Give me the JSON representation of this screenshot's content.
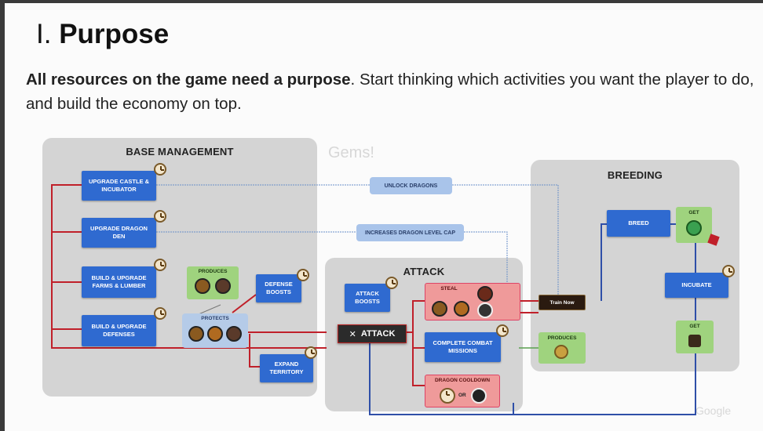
{
  "slide": {
    "title_number": "I.",
    "title_text": "Purpose",
    "subtitle_bold": "All resources on the game need a purpose",
    "subtitle_rest": ". Start thinking which activities you want the player to do, and build the economy on top."
  },
  "panels": {
    "base_management": "BASE MANAGEMENT",
    "attack": "ATTACK",
    "breeding": "BREEDING"
  },
  "base_boxes": {
    "upgrade_castle": "UPGRADE CASTLE & INCUBATOR",
    "upgrade_den": "UPGRADE DRAGON DEN",
    "farms": "BUILD & UPGRADE FARMS & LUMBER",
    "defenses": "BUILD & UPGRADE DEFENSES",
    "defense_boosts": "DEFENSE BOOSTS",
    "expand": "EXPAND TERRITORY",
    "produces": "PRODUCES",
    "protects": "PROTECTS"
  },
  "connectors": {
    "unlock_dragons": "UNLOCK DRAGONS",
    "dragon_level_cap": "INCREASES DRAGON LEVEL CAP"
  },
  "attack_boxes": {
    "attack_boosts": "ATTACK BOOSTS",
    "attack": "ATTACK",
    "steal": "STEAL",
    "combat_missions": "COMPLETE COMBAT MISSIONS",
    "cooldown": "DRAGON COOLDOWN",
    "or": "OR",
    "produces": "PRODUCES",
    "train_now": "Train Now"
  },
  "breeding_boxes": {
    "breed": "BREED",
    "get1": "GET",
    "incubate": "INCUBATE",
    "get2": "GET"
  },
  "watermarks": {
    "gems": "Gems!",
    "google": "Google"
  },
  "colors": {
    "blue_box": "#2f6ad0",
    "red_line": "#c0202a",
    "gray_panel": "#d4d4d4"
  }
}
